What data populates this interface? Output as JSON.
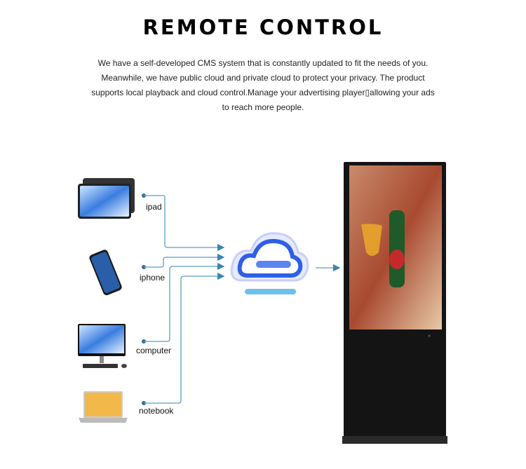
{
  "title": "REMOTE CONTROL",
  "description": [
    "We have a self-developed CMS system that is constantly updated to fit the needs of you.",
    "Meanwhile, we have public cloud and private cloud to protect your privacy. The product",
    "supports local playback and cloud control.Manage your advertising player▯allowing your ads",
    "to reach more people."
  ],
  "devices": [
    {
      "label": "ipad",
      "icon": "tablet-icon"
    },
    {
      "label": "iphone",
      "icon": "phone-icon"
    },
    {
      "label": "computer",
      "icon": "desktop-computer-icon"
    },
    {
      "label": "notebook",
      "icon": "laptop-icon"
    }
  ],
  "hub": {
    "icon": "cloud-icon"
  },
  "target": {
    "icon": "digital-signage-kiosk-icon"
  },
  "colors": {
    "connector": "#3a86b0",
    "cloud": "#2f5fe8",
    "kiosk": "#111111"
  }
}
